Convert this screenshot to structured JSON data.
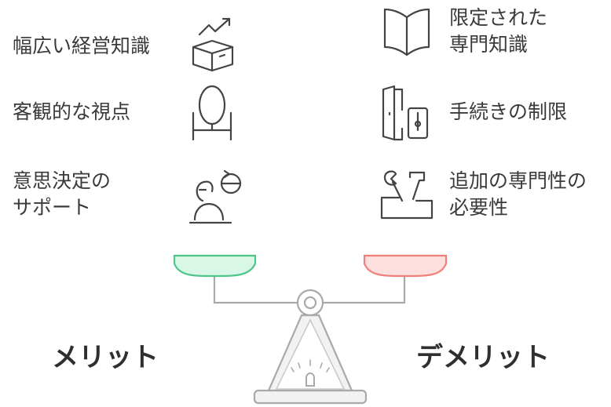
{
  "merits": {
    "title": "メリット",
    "items": [
      {
        "lines": [
          "幅広い経営知識"
        ],
        "icon": "open-box-growth-icon"
      },
      {
        "lines": [
          "客観的な視点"
        ],
        "icon": "mirror-icon"
      },
      {
        "lines": [
          "意思決定の",
          "サポート"
        ],
        "icon": "thinking-person-icon"
      }
    ]
  },
  "demerits": {
    "title": "デメリット",
    "items": [
      {
        "lines": [
          "限定された",
          "専門知識"
        ],
        "icon": "open-book-icon"
      },
      {
        "lines": [
          "手続きの制限"
        ],
        "icon": "door-lock-icon"
      },
      {
        "lines": [
          "追加の専門性の",
          "必要性"
        ],
        "icon": "toolbox-icon"
      }
    ]
  },
  "colors": {
    "merit_pan_fill": "#d9f7e6",
    "merit_pan_stroke": "#4fc58a",
    "demerit_pan_fill": "#fde0de",
    "demerit_pan_stroke": "#ef7f78",
    "line": "#a9a9a9"
  }
}
